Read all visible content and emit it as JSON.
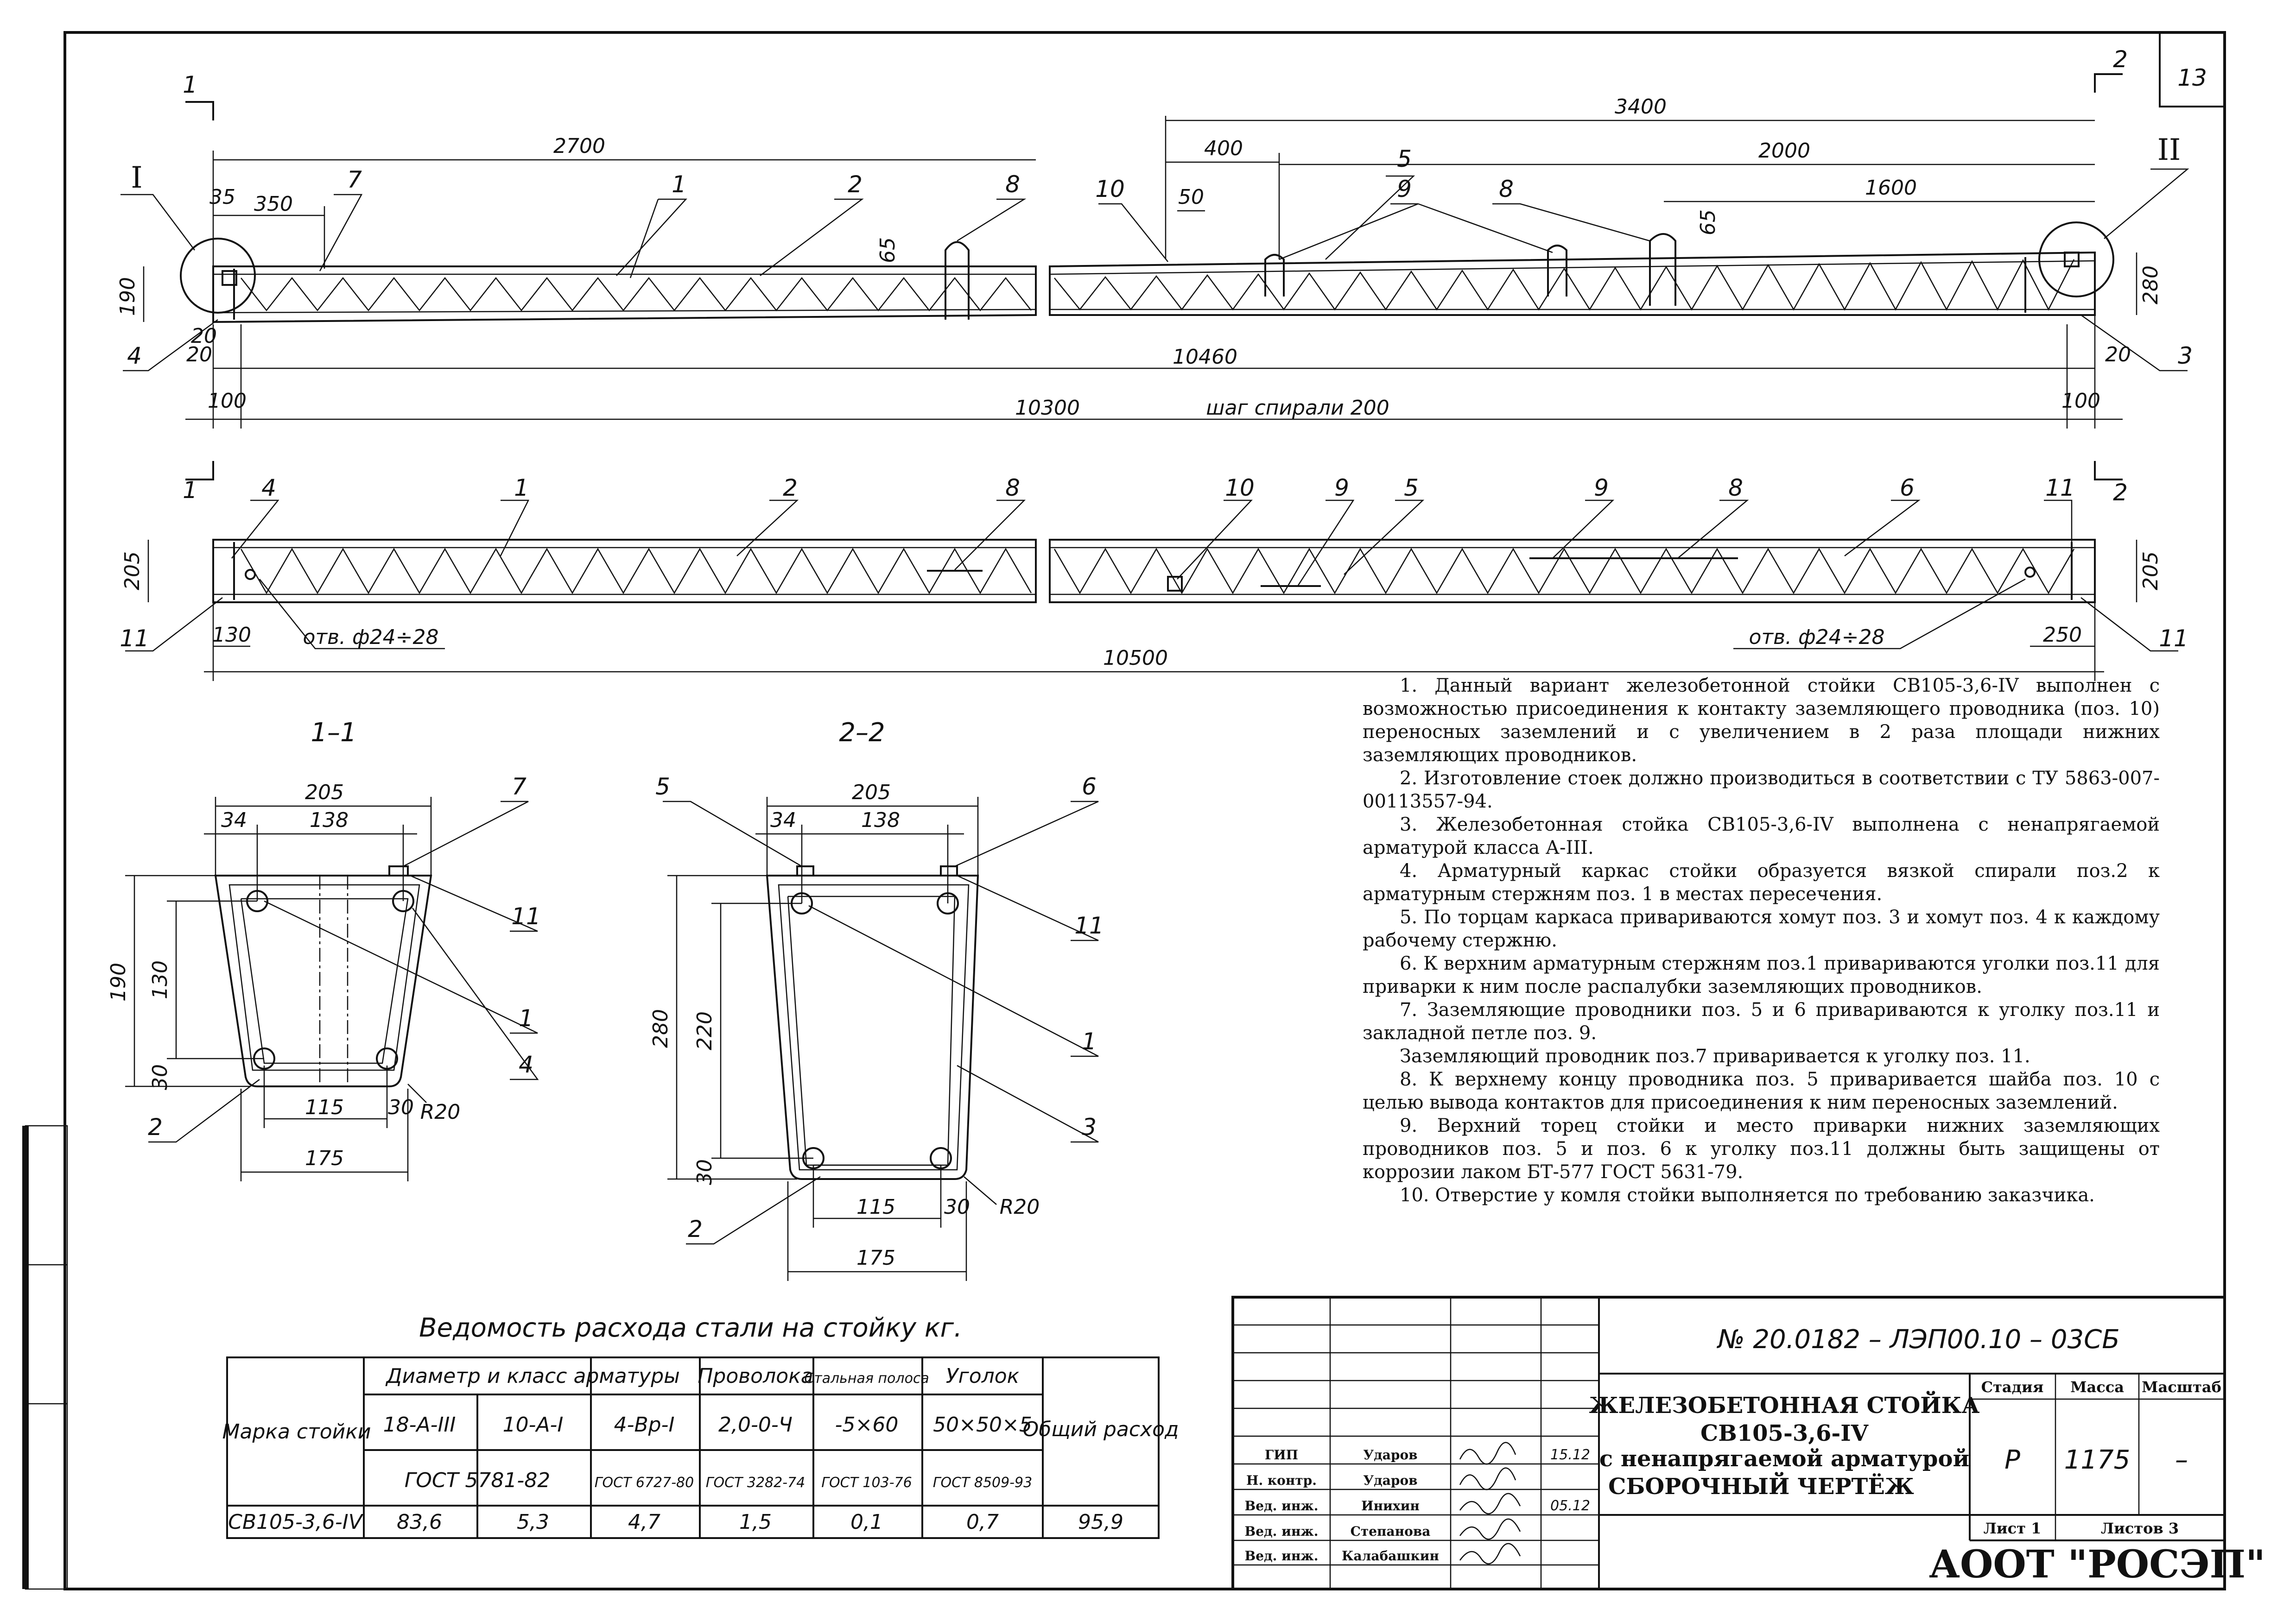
{
  "sheet_number": "13",
  "elevation": {
    "dims_top": {
      "d2700": "2700",
      "d3400": "3400",
      "d400": "400",
      "d2000": "2000",
      "d1600": "1600",
      "d350": "350",
      "d35": "35",
      "d50": "50",
      "d65a": "65",
      "d65b": "65",
      "d190": "190",
      "d280": "280",
      "d20a": "20",
      "d20b": "20",
      "d20c": "20",
      "d10460": "10460",
      "d100a": "100",
      "d100b": "100",
      "d10300": "10300",
      "spiral_pitch": "шаг спирали 200"
    },
    "callouts": {
      "roman1": "I",
      "roman2": "II",
      "p1": "1",
      "p2": "2",
      "p7": "7",
      "p8a": "8",
      "p10": "10",
      "p5": "5",
      "p9": "9",
      "p8b": "8",
      "p4": "4",
      "p3": "3"
    },
    "sections": {
      "s1a": "1",
      "s1b": "1",
      "s2a": "2",
      "s2b": "2"
    }
  },
  "plan": {
    "dims": {
      "d205a": "205",
      "d205b": "205",
      "d130": "130",
      "d250": "250",
      "d10500": "10500"
    },
    "holes_left": "отв. ф24÷28",
    "holes_right": "отв. ф24÷28",
    "callouts": {
      "p4": "4",
      "p1": "1",
      "p2": "2",
      "p8a": "8",
      "p10": "10",
      "p9a": "9",
      "p5": "5",
      "p9b": "9",
      "p8b": "8",
      "p6": "6",
      "p11a": "11",
      "p11b": "11",
      "p11c": "11"
    }
  },
  "section_1_1": {
    "title": "1–1",
    "dims": {
      "w205": "205",
      "d34": "34",
      "d138": "138",
      "d190": "190",
      "d130": "130",
      "d30": "30",
      "d115": "115",
      "d30b": "30",
      "d175": "175",
      "r20": "R20"
    },
    "callouts": {
      "p7": "7",
      "p11": "11",
      "p1": "1",
      "p4": "4",
      "p2": "2"
    }
  },
  "section_2_2": {
    "title": "2–2",
    "dims": {
      "w205": "205",
      "d34": "34",
      "d138": "138",
      "d280": "280",
      "d220": "220",
      "d30": "30",
      "d115": "115",
      "d30b": "30",
      "d175": "175",
      "r20": "R20"
    },
    "callouts": {
      "p5": "5",
      "p6": "6",
      "p11": "11",
      "p1": "1",
      "p3": "3",
      "p2": "2"
    }
  },
  "notes": [
    "1. Данный вариант железобетонной стойки СВ105-3,6-IV выполнен с возможностью присоединения к контакту заземляющего проводника (поз. 10) переносных заземлений и с увеличением в 2 раза площади нижних заземляющих проводников.",
    "2. Изготовление стоек должно производиться в соответствии с ТУ 5863-007-00113557-94.",
    "3. Железобетонная стойка СВ105-3,6-IV выполнена с ненапрягаемой арматурой класса А-III.",
    "4. Арматурный каркас стойки образуется вязкой спирали поз.2 к арматурным стержням поз. 1 в местах пересечения.",
    "5. По торцам каркаса привариваются хомут поз. 3 и хомут поз. 4 к каждому рабочему стержню.",
    "6. К верхним арматурным стержням поз.1 привариваются уголки поз.11 для приварки к ним после распалубки заземляющих проводников.",
    "7. Заземляющие проводники поз. 5 и 6 привариваются к уголку поз.11 и закладной петле поз. 9.",
    "Заземляющий проводник поз.7 приваривается к уголку поз. 11.",
    "8. К верхнему концу проводника поз. 5 приваривается шайба поз. 10 с целью вывода контактов для присоединения к ним переносных заземлений.",
    "9. Верхний торец стойки                          и место приварки нижних заземляющих проводников поз. 5 и поз. 6 к уголку поз.11 должны быть защищены от коррозии лаком БТ-577 ГОСТ 5631-79.",
    "10. Отверстие у комля стойки выполняется по требованию заказчика."
  ],
  "steel_table": {
    "title": "Ведомость расхода стали на стойку    кг.",
    "col_mark": "Марка стойки",
    "group_diam": "Диаметр и класс арматуры",
    "col_wire": "Проволока",
    "col_strip": "Стальная полоса",
    "col_angle": "Уголок",
    "col_total": "Общий расход",
    "sub": [
      "18-А-III",
      "10-А-I",
      "4-Вр-I",
      "2,0-0-Ч",
      "-5×60",
      "50×50×5"
    ],
    "gost": [
      "ГОСТ 5781-82",
      "ГОСТ 6727-80",
      "ГОСТ 3282-74",
      "ГОСТ 103-76",
      "ГОСТ 8509-93"
    ],
    "row": [
      "СВ105-3,6-IV",
      "83,6",
      "5,3",
      "4,7",
      "1,5",
      "0,1",
      "0,7",
      "95,9"
    ]
  },
  "title_block": {
    "doc_code": "№ 20.0182 – ЛЭП00.10 – 03СБ",
    "title_line1": "ЖЕЛЕЗОБЕТОННАЯ СТОЙКА",
    "title_line2": "СВ105-3,6-IV",
    "title_line3": "с ненапрягаемой арматурой",
    "title_line4": "СБОРОЧНЫЙ ЧЕРТЁЖ",
    "stage_label": "Стадия",
    "mass_label": "Масса",
    "scale_label": "Масштаб",
    "stage": "Р",
    "mass": "1175",
    "scale": "–",
    "sheet_label": "Лист 1",
    "sheets_label": "Листов 3",
    "company": "АООТ \"РОСЭП\"",
    "roles": [
      "ГИП",
      "Н. контр.",
      "Вед. инж.",
      "Вед. инж.",
      "Вед. инж."
    ],
    "names": [
      "Ударов",
      "Ударов",
      "Инихин",
      "Степанова",
      "Калабашкин"
    ],
    "dates": [
      "15.12",
      "",
      "05.12",
      "",
      ""
    ]
  }
}
